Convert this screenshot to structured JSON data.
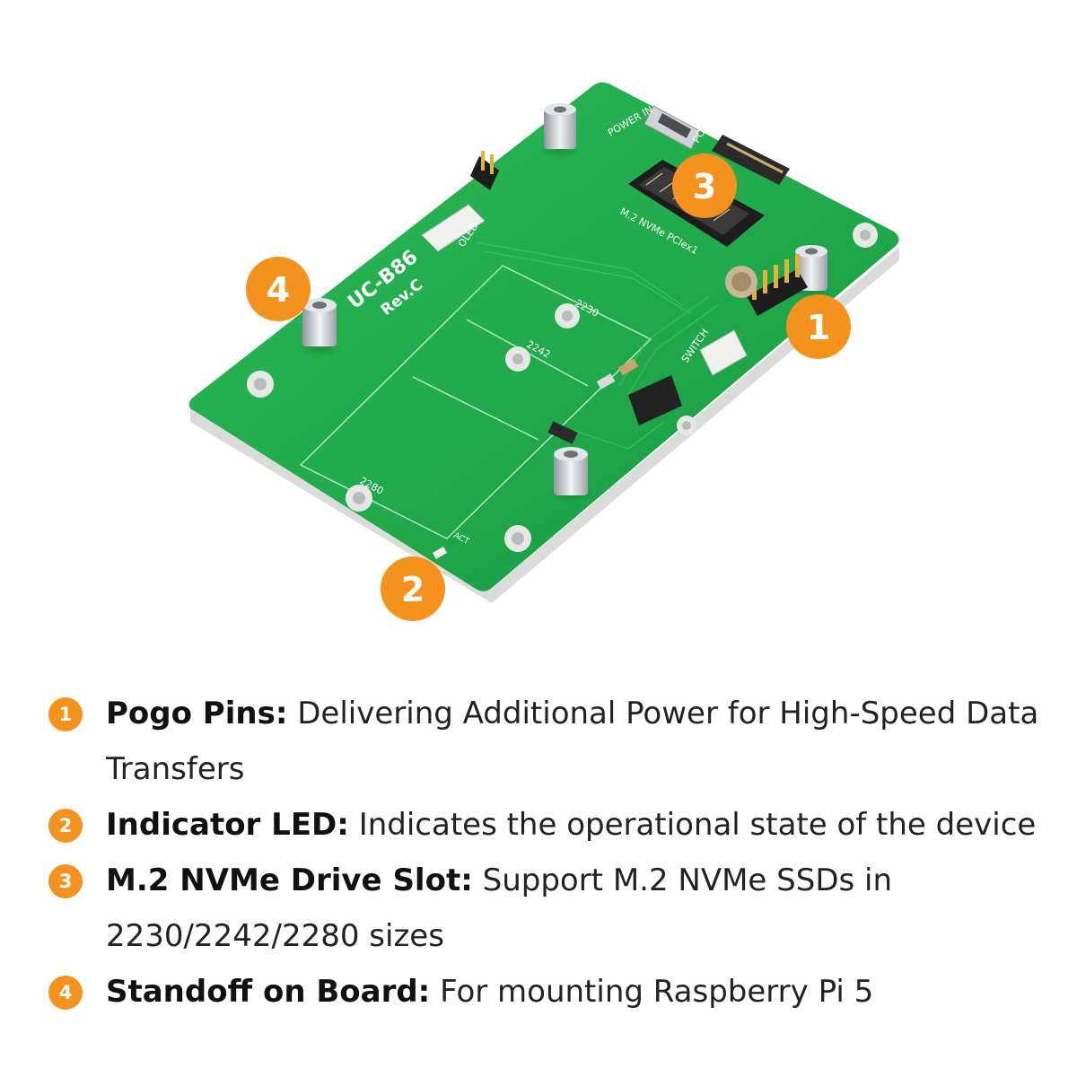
{
  "board": {
    "model": "UC-B86",
    "revision": "Rev.C",
    "silkscreen": [
      "POWER IN",
      "PCIe",
      "OLED",
      "M.2 NVMe PCIex1",
      "SWITCH",
      "ACT",
      "2230",
      "2242",
      "2280"
    ]
  },
  "callouts": [
    "1",
    "2",
    "3",
    "4"
  ],
  "features": [
    {
      "number": "1",
      "title": "Pogo Pins:",
      "description": "Delivering Additional Power for High-Speed Data Transfers"
    },
    {
      "number": "2",
      "title": "Indicator LED:",
      "description": "Indicates the operational state of the device"
    },
    {
      "number": "3",
      "title": "M.2 NVMe Drive Slot:",
      "description": "Support M.2 NVMe SSDs in 2230/2242/2280 sizes"
    },
    {
      "number": "4",
      "title": "Standoff on Board:",
      "description": "For mounting Raspberry Pi 5"
    }
  ],
  "colors": {
    "accent": "#f5921e",
    "pcb": "#1fa94a",
    "text": "#1c1c1c"
  }
}
